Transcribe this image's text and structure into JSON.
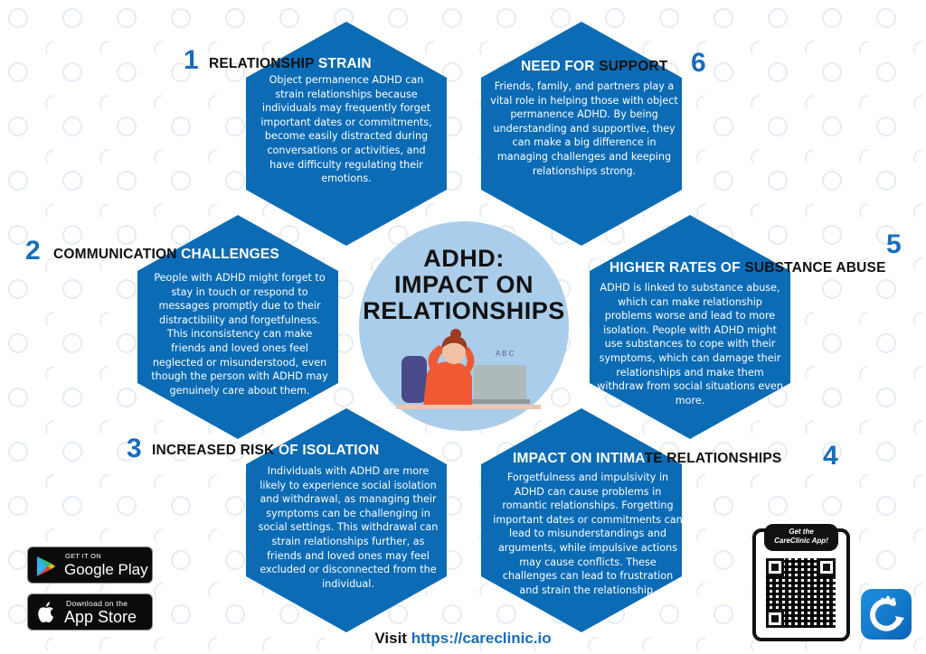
{
  "title": {
    "line1": "ADHD:",
    "line2": "IMPACT ON",
    "line3": "RELATIONSHIPS"
  },
  "colors": {
    "hex_blue": "#0b6bb5",
    "number_blue": "#1a6dbb",
    "circle_light_blue": "#a9cdea",
    "heading_black": "#111111"
  },
  "sections": [
    {
      "number": "1",
      "heading_dark": "RELATIONSHIP ",
      "heading_light": "STRAIN",
      "body": "Object permanence ADHD can strain relationships because individuals may frequently forget important dates or commitments, become easily distracted during conversations or activities, and have difficulty regulating their emotions."
    },
    {
      "number": "2",
      "heading_dark": "COMMUNICATION ",
      "heading_light": "CHALLENGES",
      "body": "People with ADHD might forget to stay in touch or respond to messages promptly due to their distractibility and forgetfulness. This inconsistency can make friends and loved ones feel neglected or misunderstood, even though the person with ADHD may genuinely care about them."
    },
    {
      "number": "3",
      "heading_dark": "INCREASED RISK ",
      "heading_light": "OF ISOLATION",
      "body": "Individuals with ADHD are more likely to experience social isolation and withdrawal, as managing their symptoms can be challenging in social settings. This withdrawal can strain relationships further, as friends and loved ones may feel excluded or disconnected from the individual."
    },
    {
      "number": "4",
      "heading_light": "IMPACT ON INTIMA",
      "heading_dark": "TE RELATIONSHIPS",
      "body": "Forgetfulness and impulsivity in ADHD can cause problems in romantic relationships. Forgetting important dates or commitments can lead to misunderstandings and arguments, while impulsive actions may cause conflicts. These challenges can lead to frustration and strain the relationship."
    },
    {
      "number": "5",
      "heading_light": "HIGHER RATES OF ",
      "heading_dark": "SUBSTANCE ABUSE",
      "body": "ADHD is linked to substance abuse, which can make relationship problems worse and lead to more isolation. People with ADHD might use substances to cope with their symptoms, which can damage their relationships and make them withdraw from social situations even more."
    },
    {
      "number": "6",
      "heading_light": "NEED FOR ",
      "heading_dark": "SUPPORT",
      "body": "Friends, family, and partners play a vital role in helping those with object permanence ADHD. By being understanding and supportive, they can make a big difference in managing challenges and keeping relationships strong."
    }
  ],
  "illustration": {
    "description": "person-stressed-at-laptop",
    "letters": "A B C"
  },
  "stores": {
    "google": {
      "small": "GET IT ON",
      "big": "Google Play"
    },
    "apple": {
      "small": "Download on the",
      "big": "App Store"
    }
  },
  "qr": {
    "label_line1": "Get the",
    "label_line2": "CareClinic App!"
  },
  "footer": {
    "visit_label": "Visit ",
    "url": "https://careclinic.io"
  }
}
